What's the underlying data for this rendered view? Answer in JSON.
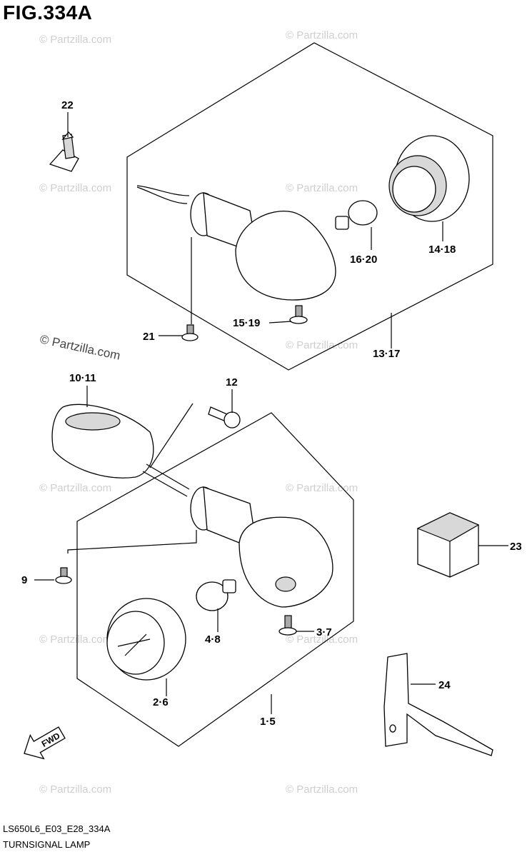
{
  "figure": {
    "title": "FIG.334A",
    "model_code": "LS650L6_E03_E28_334A",
    "name": "TURNSIGNAL LAMP"
  },
  "watermark": {
    "text": "© Partzilla.com"
  },
  "direction_arrow": {
    "label": "FWD"
  },
  "callouts": {
    "c22": "22",
    "c14_18": "14·18",
    "c16_20": "16·20",
    "c15_19": "15·19",
    "c21": "21",
    "c13_17": "13·17",
    "c10_11": "10·11",
    "c12": "12",
    "c23": "23",
    "c9": "9",
    "c3_7": "3·7",
    "c4_8": "4·8",
    "c2_6": "2·6",
    "c1_5": "1·5",
    "c24": "24"
  }
}
